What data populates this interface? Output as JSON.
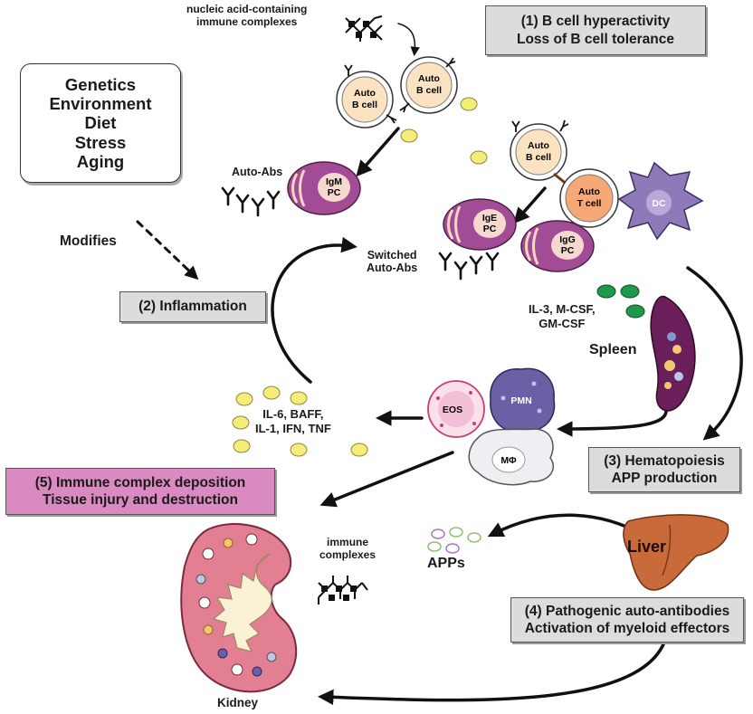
{
  "factors": {
    "lines": [
      "Genetics",
      "Environment",
      "Diet",
      "Stress",
      "Aging"
    ],
    "modifies": "Modifies"
  },
  "stages": {
    "s1": [
      "(1) B cell hyperactivity",
      "Loss of B cell tolerance"
    ],
    "s2": "(2) Inflammation",
    "s3": [
      "(3) Hematopoiesis",
      "APP production"
    ],
    "s4": [
      "(4) Pathogenic auto-antibodies",
      "Activation of myeloid effectors"
    ],
    "s5": [
      "(5) Immune complex deposition",
      "Tissue injury and destruction"
    ]
  },
  "labels": {
    "nucleic": [
      "nucleic acid-containing",
      "immune complexes"
    ],
    "auto_abs": "Auto-Abs",
    "switched": [
      "Switched",
      "Auto-Abs"
    ],
    "cytokines_cf": [
      "IL-3, M-CSF,",
      "GM-CSF"
    ],
    "spleen": "Spleen",
    "inflam_cytokines": [
      "IL-6, BAFF,",
      "IL-1, IFN, TNF"
    ],
    "immune_complexes": [
      "immune",
      "complexes"
    ],
    "apps": "APPs",
    "liver": "Liver",
    "kidney": "Kidney"
  },
  "cells": {
    "auto_b": [
      "Auto",
      "B cell"
    ],
    "auto_t": [
      "Auto",
      "T cell"
    ],
    "igm_pc": [
      "IgM",
      "PC"
    ],
    "ige_pc": [
      "IgE",
      "PC"
    ],
    "igg_pc": [
      "IgG",
      "PC"
    ],
    "dc": "DC",
    "eos": "EOS",
    "pmn": "PMN",
    "mphi": "MΦ"
  },
  "colors": {
    "bcell_fill": "#fbe3c2",
    "tcell_fill": "#f7a877",
    "plasma_fill": "#a24c95",
    "dc_fill": "#8e7ab8",
    "pmn_fill": "#6b5fa6",
    "eos_fill": "#f3bfd6",
    "cytokine_yellow": "#f6ec7a",
    "gcsf_green": "#1f9a4a",
    "spleen_fill": "#6b1f5a",
    "liver_fill": "#c96a3a",
    "kidney_fill": "#e27f93",
    "box_gray": "#dcdcdc",
    "box_pink": "#d98ac0"
  }
}
